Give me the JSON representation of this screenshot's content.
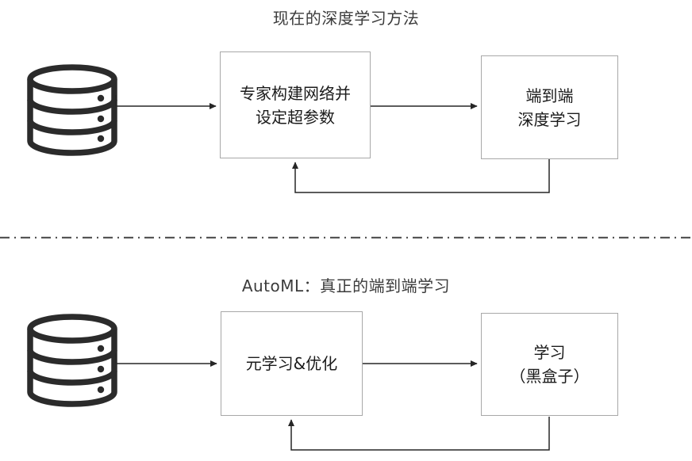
{
  "diagram": {
    "title_top": "现在的深度学习方法",
    "title_bottom": "AutoML：真正的端到端学习",
    "sections": [
      {
        "name": "current-deep-learning",
        "title": "现在的深度学习方法",
        "source_icon": "database-icon",
        "nodes": [
          {
            "id": "expert",
            "label": "专家构建网络并\n设定超参数"
          },
          {
            "id": "end-to-end",
            "label": "端到端\n深度学习"
          }
        ],
        "edges": [
          {
            "from": "database",
            "to": "expert",
            "style": "arrow"
          },
          {
            "from": "expert",
            "to": "end-to-end",
            "style": "arrow"
          },
          {
            "from": "end-to-end",
            "to": "expert",
            "style": "feedback-arrow"
          }
        ]
      },
      {
        "name": "automl",
        "title": "AutoML：真正的端到端学习",
        "source_icon": "database-icon",
        "nodes": [
          {
            "id": "meta-learning",
            "label": "元学习&优化"
          },
          {
            "id": "black-box",
            "label": "学习\n（黑盒子）"
          }
        ],
        "edges": [
          {
            "from": "database",
            "to": "meta-learning",
            "style": "arrow"
          },
          {
            "from": "meta-learning",
            "to": "black-box",
            "style": "arrow"
          },
          {
            "from": "black-box",
            "to": "meta-learning",
            "style": "feedback-arrow"
          }
        ]
      }
    ],
    "divider": "dash-dot-horizontal-rule",
    "colors": {
      "background": "#ffffff",
      "box_border": "#a8a8a8",
      "box_fill": "#ffffff",
      "text": "#1b1b1b",
      "title_text": "#3b3b3b",
      "arrow": "#262626",
      "icon": "#2b2b2b",
      "divider": "#555555"
    }
  }
}
